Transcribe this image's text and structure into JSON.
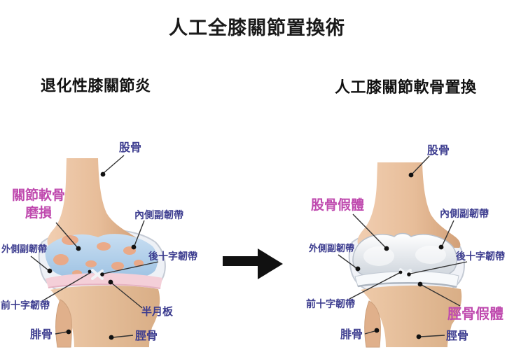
{
  "title": "人工全膝關節置換術",
  "left_panel": {
    "subtitle": "退化性膝關節炎",
    "labels": {
      "femur": "股骨",
      "cartilage_wear": "關節軟骨\n磨損",
      "medial_collateral_ligament": "內側副韌帶",
      "lateral_collateral_ligament": "外側副韌帶",
      "posterior_cruciate_ligament": "後十字韌帶",
      "anterior_cruciate_ligament": "前十字韌帶",
      "meniscus": "半月板",
      "fibula": "腓骨",
      "tibia": "脛骨"
    }
  },
  "right_panel": {
    "subtitle": "人工膝關節軟骨置換",
    "labels": {
      "femur": "股骨",
      "femoral_prosthesis": "股骨假體",
      "medial_collateral_ligament": "內側副韌帶",
      "lateral_collateral_ligament": "外側副韌帶",
      "posterior_cruciate_ligament": "後十字韌帶",
      "anterior_cruciate_ligament": "前十字韌帶",
      "tibial_prosthesis": "脛骨假體",
      "fibula": "腓骨",
      "tibia": "脛骨"
    }
  },
  "icons": {
    "center_arrow": "arrow-right"
  },
  "colors": {
    "background": "#ffffff",
    "title_text": "#1a1a1a",
    "label_text": "#3c3c8f",
    "highlight_label_text": "#bf49ae",
    "arrow": "#111111",
    "bone": "#e7c1a0",
    "cartilage": "#b3cfe9",
    "wear_spots": "#f0a67e",
    "meniscus": "#f4cfd8",
    "prosthesis": "#e3e7ec"
  }
}
